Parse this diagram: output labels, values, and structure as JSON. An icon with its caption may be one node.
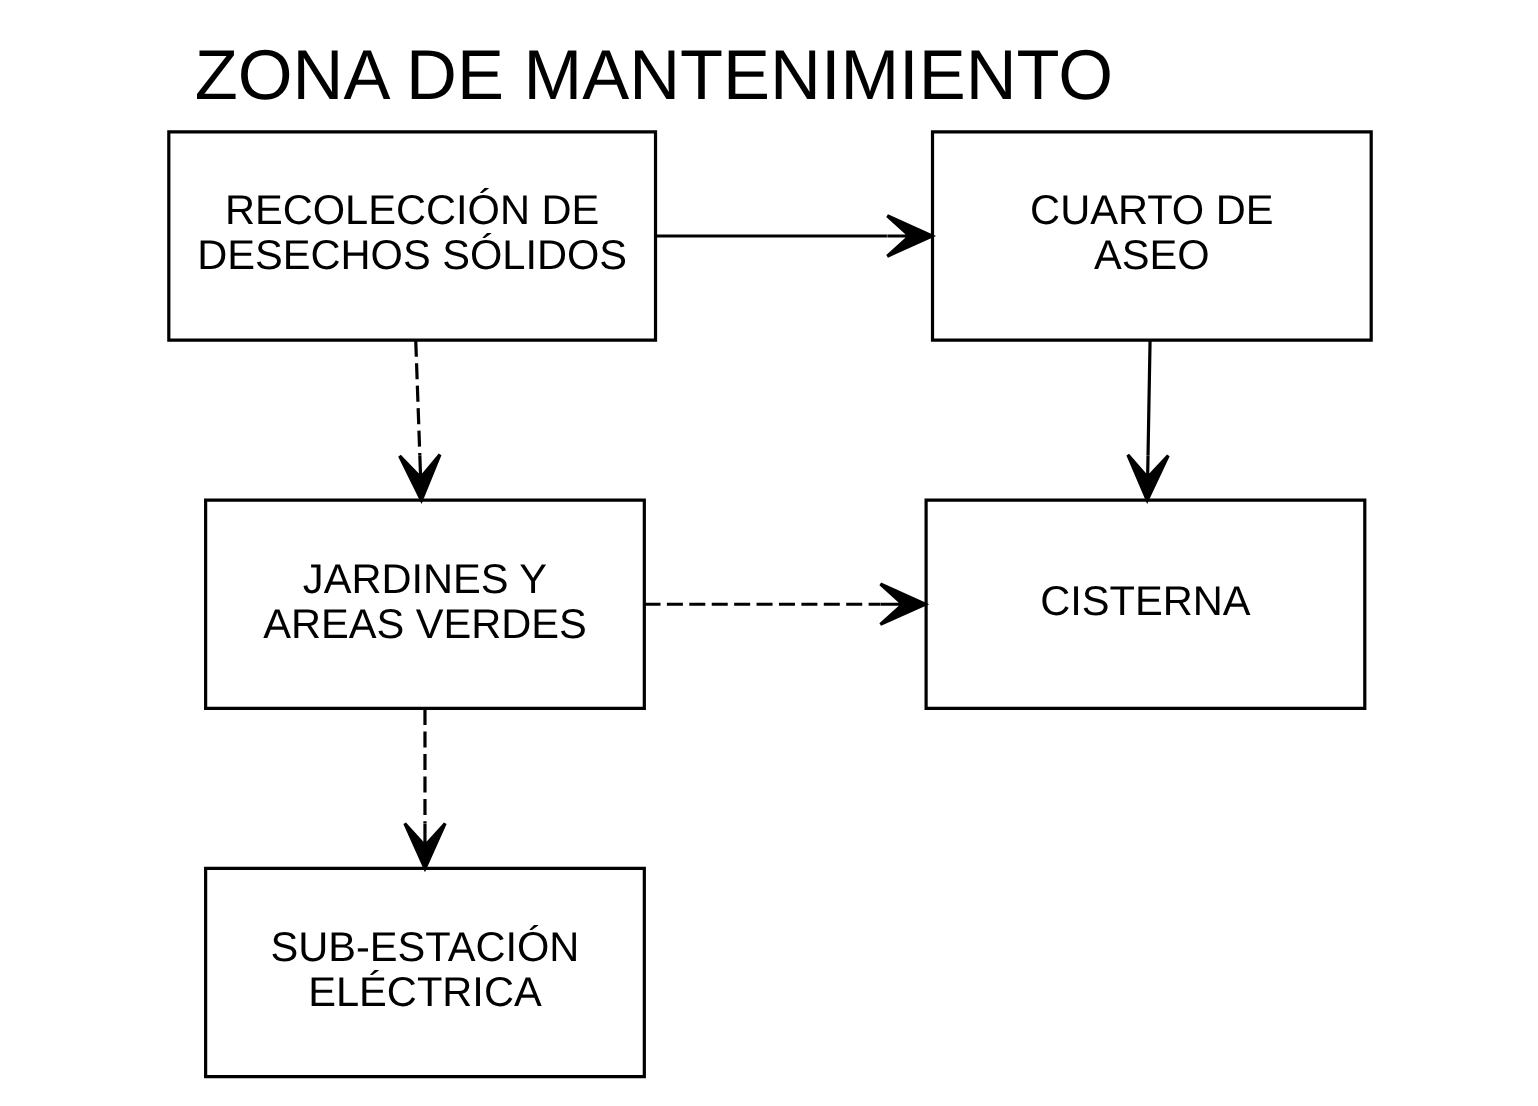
{
  "diagram": {
    "title": "ZONA DE MANTENIMIENTO",
    "nodes": [
      {
        "text": [
          "RECOLECCIÓN DE DESECHOS SÓLIDOS"
        ]
      },
      {
        "text": [
          "CUARTO DE ASEO"
        ]
      },
      {
        "text": [
          "JARDINES Y AREAS VERDES"
        ]
      },
      {
        "text": [
          "CISTERNA"
        ]
      },
      {
        "text": [
          "SUB-ESTACIÓN ELÉCTRICA"
        ]
      }
    ],
    "edges": [
      {
        "from": 0,
        "to": 1,
        "arrow": "to"
      },
      {
        "from": 1,
        "to": 3,
        "arrow": "to"
      },
      {
        "from": 0,
        "to": 2,
        "arrow": "to",
        "style": "dashed"
      },
      {
        "from": 2,
        "to": 3,
        "arrow": "to",
        "style": "dashed"
      },
      {
        "from": 2,
        "to": 4,
        "arrow": "to",
        "style": "dashed"
      }
    ]
  }
}
